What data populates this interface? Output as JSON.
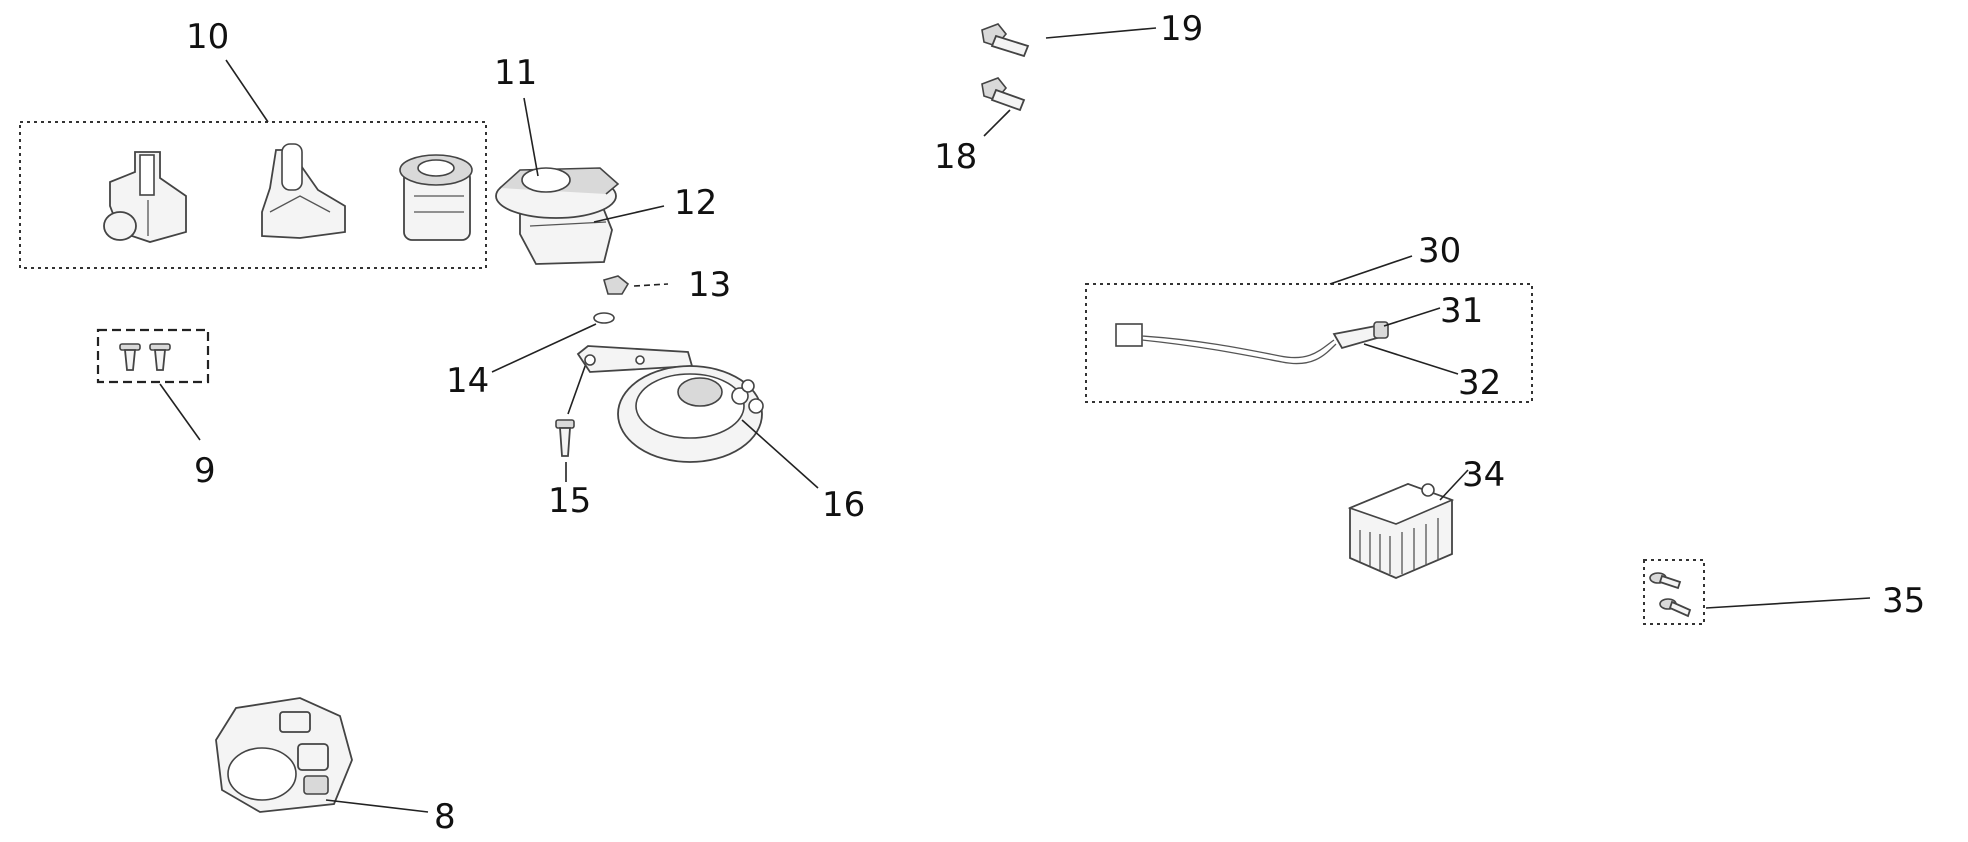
{
  "callouts": {
    "c8": "8",
    "c9": "9",
    "c10": "10",
    "c11": "11",
    "c12": "12",
    "c13": "13",
    "c14": "14",
    "c15": "15",
    "c16": "16",
    "c18": "18",
    "c19": "19",
    "c30": "30",
    "c31": "31",
    "c32": "32",
    "c34": "34",
    "c35": "35"
  },
  "colors": {
    "ink": "#111111",
    "part_fill": "#f4f4f4",
    "part_outline": "#444444"
  }
}
